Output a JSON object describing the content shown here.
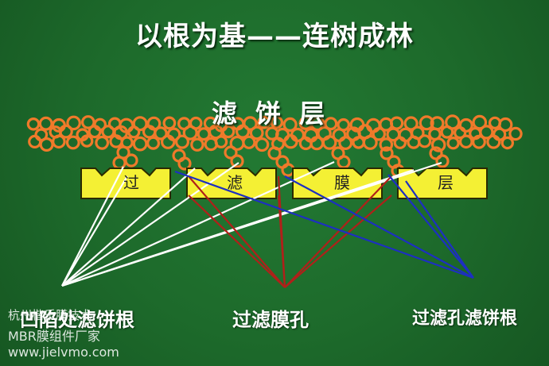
{
  "title": "以根为基——连树成林",
  "cake_label": "滤 饼 层",
  "segments": [
    "过",
    "滤",
    "膜",
    "层"
  ],
  "bottom_labels": {
    "left": "凹陷处滤饼根",
    "center": "过滤膜孔",
    "right": "过滤孔滤饼根"
  },
  "watermark": {
    "line1": "杭州楷乐膜技术",
    "line2": "MBR膜组件厂家",
    "line3": "www.jielvmo.com"
  },
  "colors": {
    "background": "#1e6b2c",
    "cake_orange": "#f07a2a",
    "membrane_yellow": "#f4f034",
    "white_lines": "#ffffff",
    "red_lines": "#b0201a",
    "blue_lines": "#1d2fc2"
  }
}
